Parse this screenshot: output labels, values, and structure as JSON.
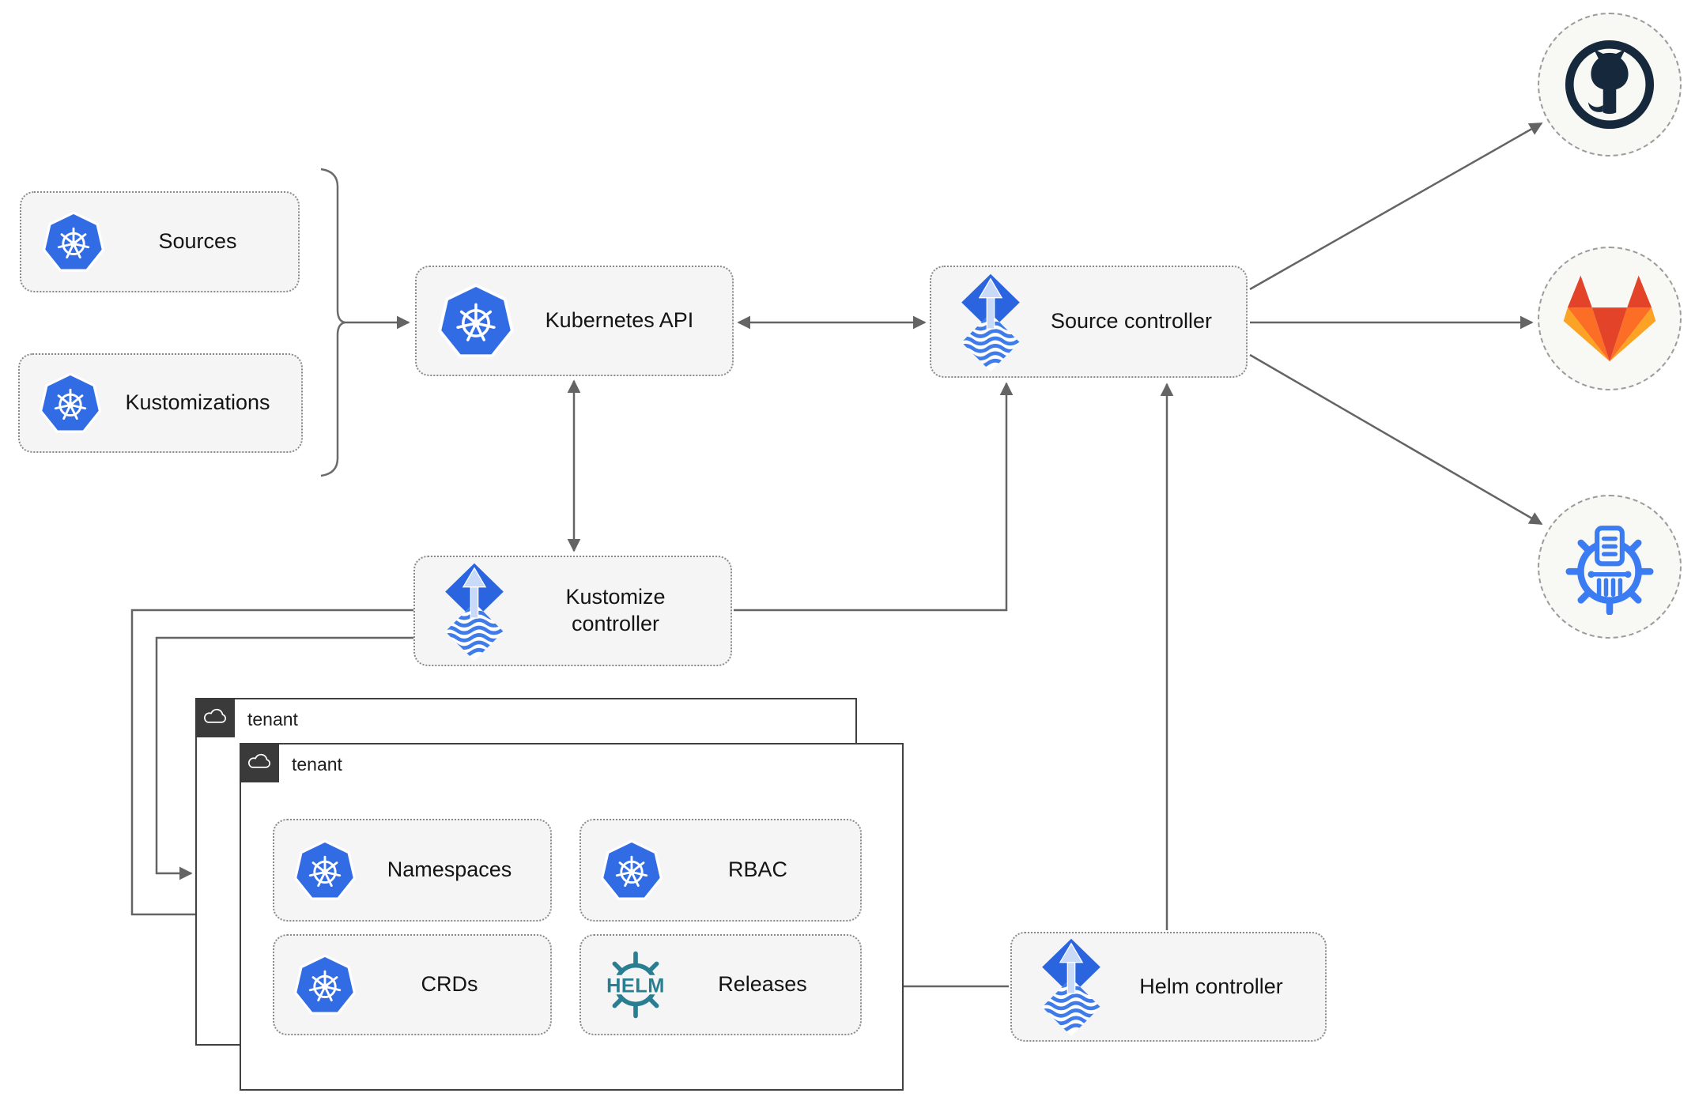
{
  "nodes": {
    "sources": {
      "label": "Sources"
    },
    "kustomizations": {
      "label": "Kustomizations"
    },
    "kubernetes_api": {
      "label": "Kubernetes API"
    },
    "source_controller": {
      "label": "Source controller"
    },
    "kustomize_controller": {
      "label": "Kustomize controller"
    },
    "helm_controller": {
      "label": "Helm controller"
    },
    "tenant_outer": {
      "label": "tenant"
    },
    "tenant_inner": {
      "label": "tenant"
    },
    "namespaces": {
      "label": "Namespaces"
    },
    "rbac": {
      "label": "RBAC"
    },
    "crds": {
      "label": "CRDs"
    },
    "releases": {
      "label": "Releases",
      "icon_text": "HELM"
    }
  },
  "icons": {
    "kubernetes": "kubernetes-icon",
    "flux": "flux-icon",
    "helm": "helm-icon",
    "cloud": "cloud-icon",
    "github": "github-icon",
    "gitlab": "gitlab-icon",
    "registry": "container-registry-icon"
  },
  "colors": {
    "kubernetes_blue": "#326ce5",
    "flux_blue": "#2a65df",
    "flux_arrow_light": "#c9daf8",
    "helm_teal": "#2a7e92",
    "github_navy": "#16293c",
    "gitlab_red": "#e24329",
    "gitlab_orange": "#fc6d26",
    "gitlab_yellow": "#fca326",
    "registry_blue": "#3b7cf2",
    "line_gray": "#646464",
    "box_background": "#f5f5f5",
    "tenant_border": "#404040"
  }
}
